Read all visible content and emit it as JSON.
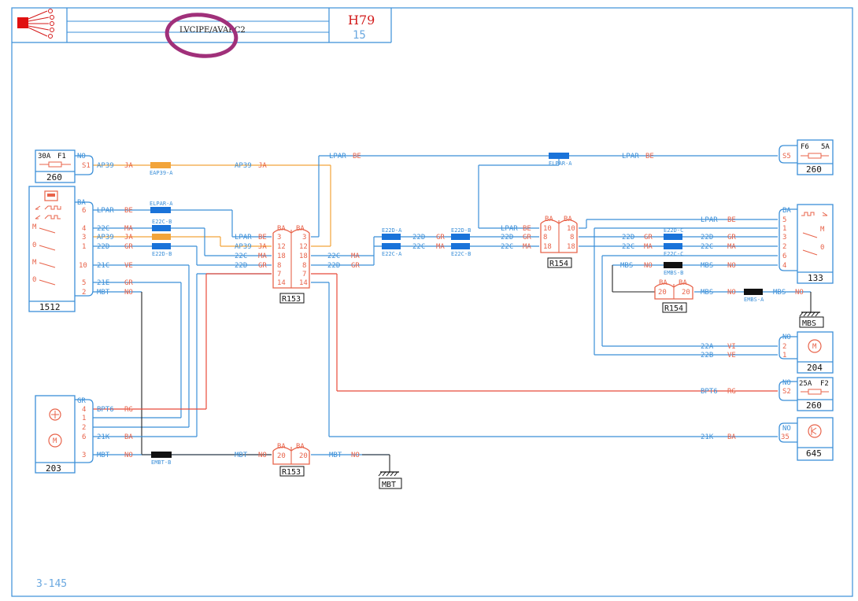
{
  "header": {
    "title_code": "H79",
    "sheet_number": "15",
    "handwritten_label": "LVCIPE/AVARC2",
    "footer_ref": "3-145"
  },
  "colors": {
    "wire_blue": "#3b8fd8",
    "wire_orange": "#f2a43a",
    "wire_red": "#e84b3a",
    "label_orange": "#e8634a",
    "splice_blue": "#1a73d9",
    "splice_black": "#111111",
    "annotation_purple": "#a0307a"
  },
  "components": {
    "c260_top": {
      "code": "260",
      "rating": "30A",
      "fuse": "F1",
      "pin": "S1",
      "pin_color": "NO"
    },
    "c260_right_top": {
      "code": "260",
      "rating": "5A",
      "fuse": "F6",
      "pin": "S5"
    },
    "c260_right_mid": {
      "code": "260",
      "rating": "25A",
      "fuse": "F2",
      "pin": "S2",
      "pin_color": "NO"
    },
    "c1512": {
      "code": "1512",
      "color": "BA",
      "pins": [
        "6",
        "4",
        "3",
        "1",
        "10",
        "5",
        "2"
      ]
    },
    "c203": {
      "code": "203",
      "color": "GR",
      "pins": [
        "4",
        "1",
        "2",
        "6",
        "3"
      ]
    },
    "c133": {
      "code": "133",
      "color": "BA",
      "pins": [
        "5",
        "1",
        "3",
        "2",
        "6",
        "4"
      ]
    },
    "c204": {
      "code": "204",
      "color": "NO",
      "pins": [
        "2",
        "1"
      ]
    },
    "c645": {
      "code": "645",
      "color": "NO",
      "pin": "35"
    }
  },
  "connectors": {
    "r153_main": {
      "code": "R153",
      "left_color": "BA",
      "right_color": "BA",
      "pins": [
        "3",
        "12",
        "18",
        "8",
        "7",
        "14"
      ]
    },
    "r153_ground": {
      "code": "R153",
      "left_color": "BA",
      "right_color": "BA",
      "pin": "20"
    },
    "r154_main": {
      "code": "R154",
      "left_color": "BA",
      "right_color": "BA",
      "pins": [
        "10",
        "8",
        "18"
      ]
    },
    "r154_small": {
      "code": "R154",
      "left_color": "BA",
      "right_color": "BA",
      "pin": "20"
    }
  },
  "grounds": {
    "mbt": "MBT",
    "mbs": "MBS"
  },
  "splices": {
    "eap39a": "EAP39-A",
    "elpar_a": "ELPAR-A",
    "e22cb": "E22C-B",
    "e22da": "E22D-A",
    "e22db": "E22D-B",
    "e22ca": "E22C-A",
    "e22dc": "E22D-C",
    "e22cc": "E22C-C",
    "embsb": "EMBS-B",
    "embsa": "EMBS-A",
    "embtb": "EMBT-B"
  },
  "wires": {
    "ap39": "AP39",
    "ja": "JA",
    "lpar": "LPAR",
    "be": "BE",
    "w22c": "22C",
    "w22d": "22D",
    "ma": "MA",
    "gr": "GR",
    "w21c": "21C",
    "ve": "VE",
    "w21e": "21E",
    "mbt": "MBT",
    "no": "NO",
    "bpt6": "BPT6",
    "rg": "RG",
    "w21k": "21K",
    "ba": "BA",
    "mbs": "MBS",
    "w22a": "22A",
    "vi": "VI",
    "w22b": "22B",
    "gr_pin": "GR"
  }
}
